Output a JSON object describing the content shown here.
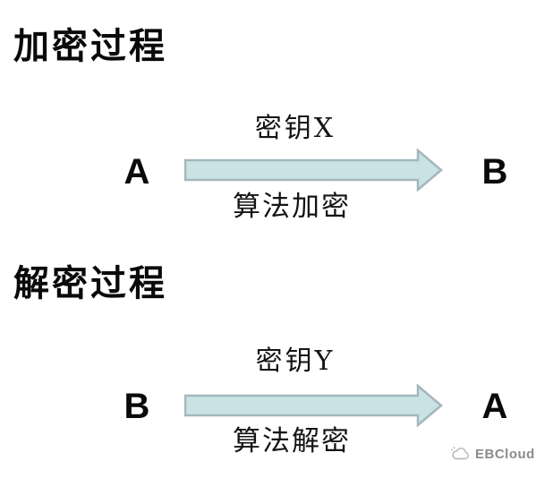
{
  "colors": {
    "background": "#ffffff",
    "text": "#0a0a0a",
    "arrow_fill": "#c9e3e5",
    "arrow_stroke": "#a3b6bc",
    "watermark_text": "#8c8c8c"
  },
  "sections": [
    {
      "heading": "加密过程",
      "source": "A",
      "target": "B",
      "key_label": "密钥X",
      "algorithm_label": "算法加密",
      "arrow_icon": "arrow-right-icon"
    },
    {
      "heading": "解密过程",
      "source": "B",
      "target": "A",
      "key_label": "密钥Y",
      "algorithm_label": "算法解密",
      "arrow_icon": "arrow-right-icon"
    }
  ],
  "watermark": {
    "brand": "EBCloud",
    "icon": "cloud-icon"
  }
}
